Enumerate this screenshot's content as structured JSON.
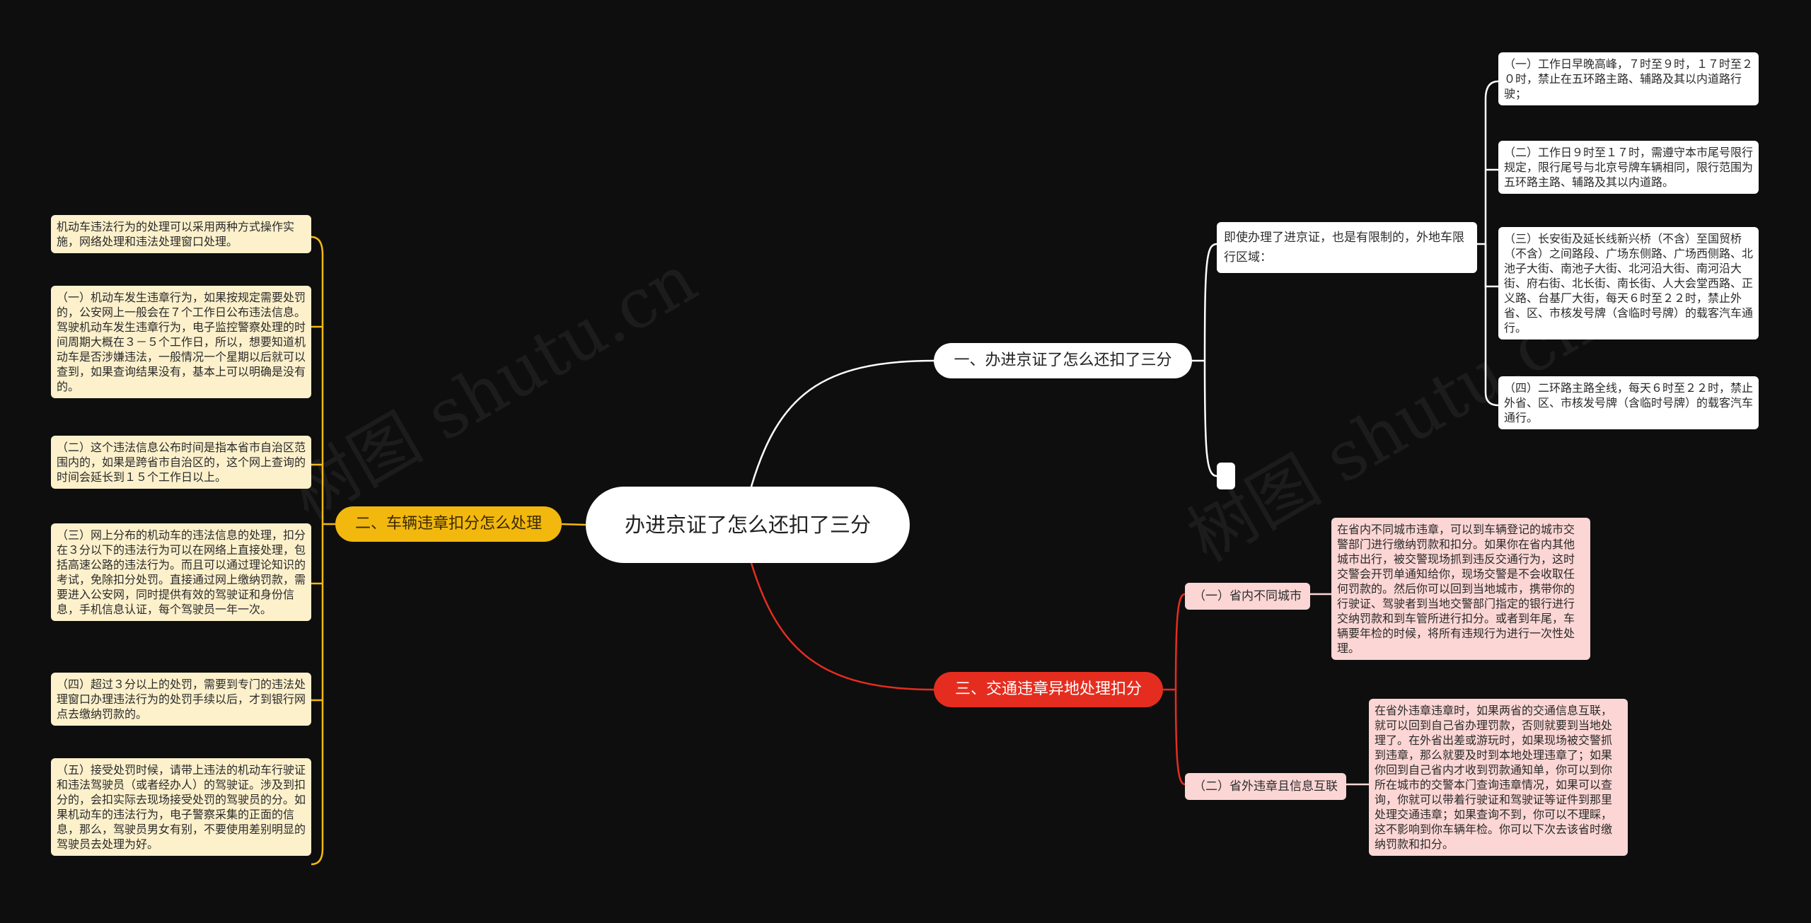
{
  "root": {
    "label": "办进京证了怎么还扣了三分"
  },
  "branch1": {
    "label": "一、办进京证了怎么还扣了三分",
    "sub": {
      "label": "即使办理了进京证，也是有限制的，外地车限行区域："
    },
    "leaves": [
      "（一）工作日早晚高峰，７时至９时，１７时至２０时，禁止在五环路主路、辅路及其以内道路行驶；",
      "（二）工作日９时至１７时，需遵守本市尾号限行规定，限行尾号与北京号牌车辆相同，限行范围为五环路主路、辅路及其以内道路。",
      "（三）长安街及延长线新兴桥（不含）至国贸桥（不含）之间路段、广场东侧路、广场西侧路、北池子大街、南池子大街、北河沿大街、南河沿大街、府右街、北长街、南长街、人大会堂西路、正义路、台基厂大街，每天６时至２２时，禁止外省、区、市核发号牌（含临时号牌）的载客汽车通行。",
      "（四）二环路主路全线，每天６时至２２时，禁止外省、区、市核发号牌（含临时号牌）的载客汽车通行。"
    ]
  },
  "branch2": {
    "label": "二、车辆违章扣分怎么处理",
    "leaves": [
      "机动车违法行为的处理可以采用两种方式操作实施，网络处理和违法处理窗口处理。",
      "（一）机动车发生违章行为，如果按规定需要处罚的，公安网上一般会在７个工作日公布违法信息。驾驶机动车发生违章行为，电子监控警察处理的时间周期大概在３－５个工作日，所以，想要知道机动车是否涉嫌违法，一般情况一个星期以后就可以查到，如果查询结果没有，基本上可以明确是没有的。",
      "（二）这个违法信息公布时间是指本省市自治区范围内的，如果是跨省市自治区的，这个网上查询的时间会延长到１５个工作日以上。",
      "（三）网上分布的机动车的违法信息的处理，扣分在３分以下的违法行为可以在网络上直接处理，包括高速公路的违法行为。而且可以通过理论知识的考试，免除扣分处罚。直接通过网上缴纳罚款，需要进入公安网，同时提供有效的驾驶证和身份信息，手机信息认证，每个驾驶员一年一次。",
      "（四）超过３分以上的处罚，需要到专门的违法处理窗口办理违法行为的处罚手续以后，才到银行网点去缴纳罚款的。",
      "（五）接受处罚时候，请带上违法的机动车行驶证和违法驾驶员（或者经办人）的驾驶证。涉及到扣分的，会扣实际去现场接受处罚的驾驶员的分。如果机动车的违法行为，电子警察采集的正面的信息，那么，驾驶员男女有别，不要使用差别明显的驾驶员去处理为好。"
    ]
  },
  "branch3": {
    "label": "三、交通违章异地处理扣分",
    "subs": [
      {
        "label": "（一）省内不同城市",
        "leaf": "在省内不同城市违章，可以到车辆登记的城市交警部门进行缴纳罚款和扣分。如果你在省内其他城市出行，被交警现场抓到违反交通行为，这时交警会开罚单通知给你，现场交警是不会收取任何罚款的。然后你可以回到当地城市，携带你的行驶证、驾驶者到当地交警部门指定的银行进行交纳罚款和到车管所进行扣分。或者到年尾，车辆要年检的时候，将所有违规行为进行一次性处理。"
      },
      {
        "label": "（二）省外违章且信息互联",
        "leaf": "在省外违章违章时，如果两省的交通信息互联，就可以回到自己省办理罚款，否则就要到当地处理了。在外省出差或游玩时，如果现场被交警抓到违章，那么就要及时到本地处理违章了；如果你回到自己省内才收到罚款通知单，你可以到你所在城市的交警本门查询违章情况，如果可以查询，你就可以带着行驶证和驾驶证等证件到那里处理交通违章；如果查询不到，你可以不理睬，这不影响到你车辆年检。你可以下次去该省时缴纳罚款和扣分。"
      }
    ]
  },
  "watermark": "树图 shutu.cn",
  "colors": {
    "background": "#0e0e0e",
    "branch1": "#ffffff",
    "branch2": "#f2b80e",
    "branch3": "#e52d1f",
    "leaf_yellow": "#fdf1cc",
    "leaf_pink": "#fbd6d4"
  }
}
